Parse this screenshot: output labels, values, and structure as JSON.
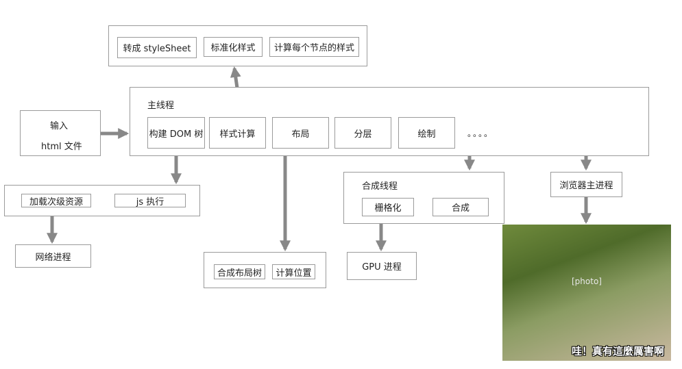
{
  "top_group": {
    "nodes": [
      "转成 styleSheet",
      "标准化样式",
      "计算每个节点的样式"
    ]
  },
  "input": {
    "line1": "输入",
    "line2": "html 文件"
  },
  "main_thread": {
    "title": "主线程",
    "stages": [
      "构建 DOM 树",
      "样式计算",
      "布局",
      "分层",
      "绘制"
    ],
    "ellipsis": "。。。。"
  },
  "dom_group": {
    "nodes": [
      "加载次级资源",
      "js 执行"
    ]
  },
  "network": "网络进程",
  "layout_group": {
    "nodes": [
      "合成布局树",
      "计算位置"
    ]
  },
  "compositor": {
    "title": "合成线程",
    "nodes": [
      "栅格化",
      "合成"
    ]
  },
  "gpu": "GPU 进程",
  "browser_main": "浏览器主进程",
  "photo": {
    "caption": "哇！真有這麼厲害啊"
  },
  "colors": {
    "arrow": "#888888",
    "border": "#9a9a9a"
  }
}
